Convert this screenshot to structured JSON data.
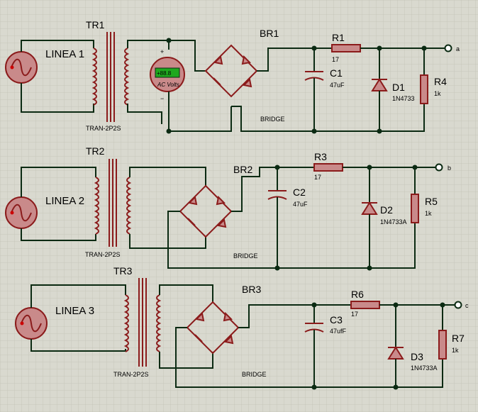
{
  "circuits": [
    {
      "source": "LINEA 1",
      "transformer": "TR1",
      "transformer_type": "TRAN-2P2S",
      "bridge": "BR1",
      "bridge_type": "BRIDGE",
      "cap": "C1",
      "cap_value": "47uF",
      "res": "R1",
      "res_value": "17",
      "diode": "D1",
      "diode_type": "1N4733",
      "load": "R4",
      "load_value": "1k",
      "output": "a"
    },
    {
      "source": "LINEA 2",
      "transformer": "TR2",
      "transformer_type": "TRAN-2P2S",
      "bridge": "BR2",
      "bridge_type": "BRIDGE",
      "cap": "C2",
      "cap_value": "47uF",
      "res": "R3",
      "res_value": "17",
      "diode": "D2",
      "diode_type": "1N4733A",
      "load": "R5",
      "load_value": "1k",
      "output": "b"
    },
    {
      "source": "LINEA 3",
      "transformer": "TR3",
      "transformer_type": "TRAN-2P2S",
      "bridge": "BR3",
      "bridge_type": "BRIDGE",
      "cap": "C3",
      "cap_value": "47ufF",
      "res": "R6",
      "res_value": "17",
      "diode": "D3",
      "diode_type": "1N4733A",
      "load": "R7",
      "load_value": "1k",
      "output": "c"
    }
  ],
  "voltmeter": {
    "display": "+88.8",
    "label": "AC Volts",
    "plus": "+",
    "minus": "−"
  },
  "colors": {
    "background": "#d9d9cf",
    "grid": "#c6c6bb",
    "wire": "#0b2a12",
    "component": "#8b1b1b",
    "meter_display": "#1ea81e"
  }
}
